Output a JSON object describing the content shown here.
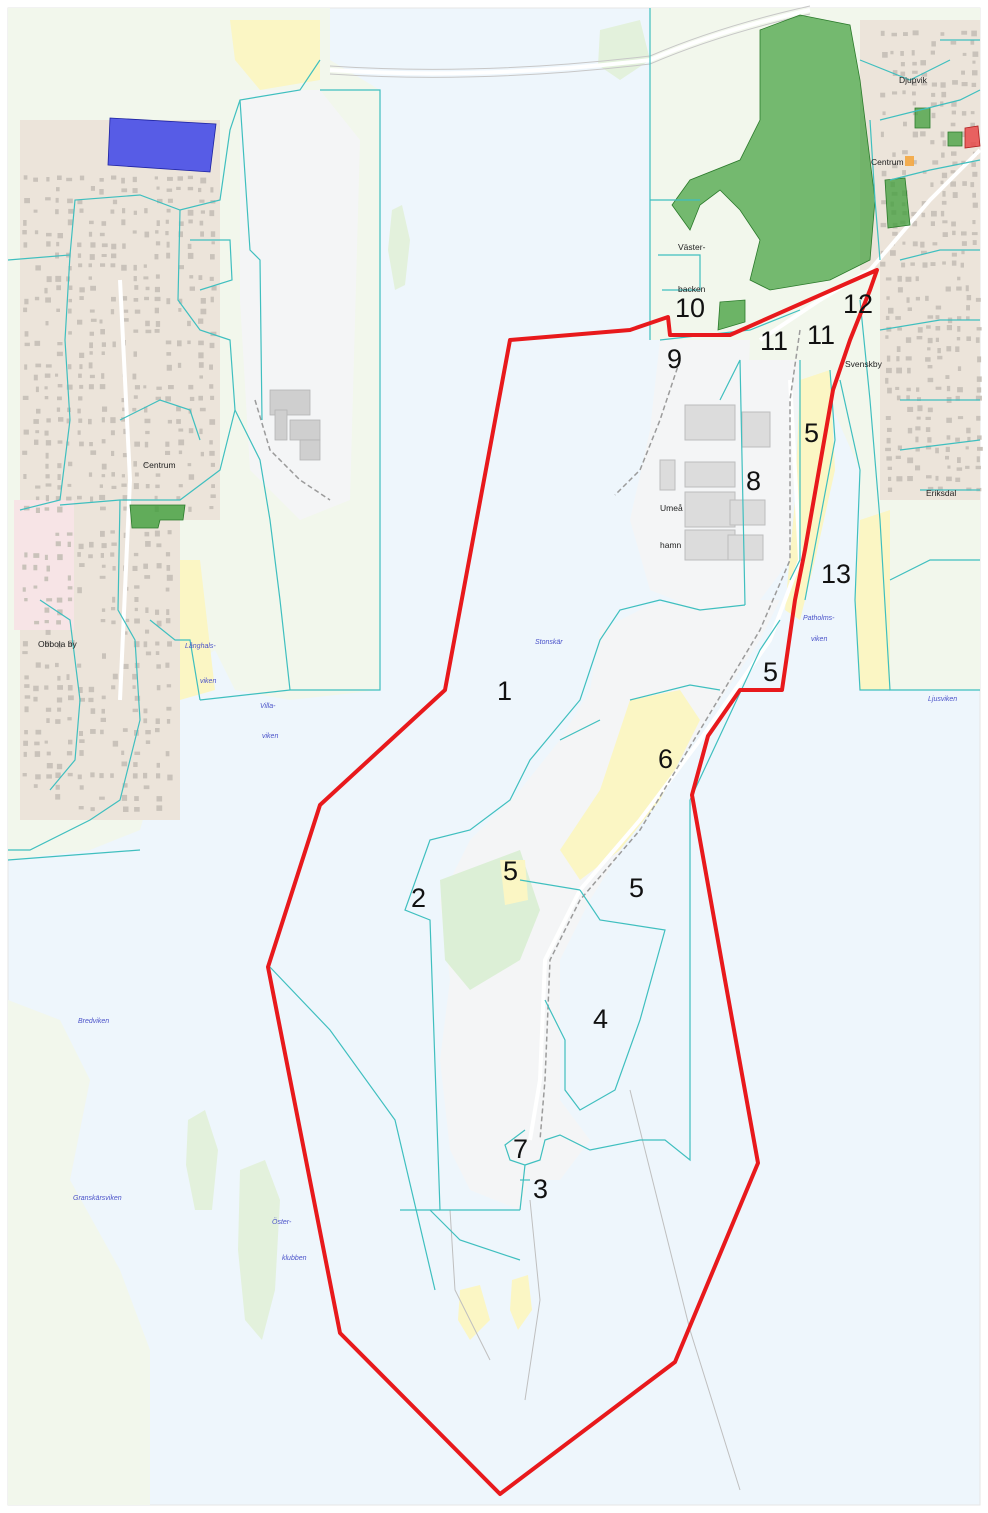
{
  "map": {
    "colors": {
      "water": "#eef6fc",
      "land": "#f2f7ec",
      "beach": "#fbf6c4",
      "forest": "#dcefd6",
      "industrial": "#f4f5f6",
      "parcel_line": "#3fbfbf",
      "plan_boundary": "#e8191c",
      "green_area": "#3f9e3a",
      "blue_area": "#3d44e8",
      "red_area": "#e84a4a",
      "orange_area": "#f4a640",
      "building": "#c9c2ba",
      "road": "#ffffff",
      "rail": "#9b9b9b"
    },
    "zone_numbers": [
      {
        "id": "1",
        "text": "1"
      },
      {
        "id": "2",
        "text": "2"
      },
      {
        "id": "3",
        "text": "3"
      },
      {
        "id": "4",
        "text": "4"
      },
      {
        "id": "5a",
        "text": "5"
      },
      {
        "id": "5b",
        "text": "5"
      },
      {
        "id": "5c",
        "text": "5"
      },
      {
        "id": "5d",
        "text": "5"
      },
      {
        "id": "6",
        "text": "6"
      },
      {
        "id": "7",
        "text": "7"
      },
      {
        "id": "8",
        "text": "8"
      },
      {
        "id": "9",
        "text": "9"
      },
      {
        "id": "10",
        "text": "10"
      },
      {
        "id": "11a",
        "text": "11"
      },
      {
        "id": "11b",
        "text": "11"
      },
      {
        "id": "12",
        "text": "12"
      },
      {
        "id": "13",
        "text": "13"
      }
    ],
    "place_labels": [
      {
        "id": "djupvik",
        "text": "Djupvik"
      },
      {
        "id": "centrum-east",
        "text": "Centrum"
      },
      {
        "id": "vasterbacken-1",
        "text": "Väster-"
      },
      {
        "id": "vasterbacken-2",
        "text": "backen"
      },
      {
        "id": "svenskby",
        "text": "Svenskby"
      },
      {
        "id": "eriksdal",
        "text": "Eriksdal"
      },
      {
        "id": "umea-hamn-1",
        "text": "Umeå"
      },
      {
        "id": "umea-hamn-2",
        "text": "hamn"
      },
      {
        "id": "centrum-west",
        "text": "Centrum"
      },
      {
        "id": "obbola-by",
        "text": "Obbola by"
      }
    ],
    "water_labels": [
      {
        "id": "stonskar",
        "text": "Stonskär"
      },
      {
        "id": "langhals-1",
        "text": "Långhals-"
      },
      {
        "id": "langhals-2",
        "text": "viken"
      },
      {
        "id": "villaviken-1",
        "text": "Villa-"
      },
      {
        "id": "villaviken-2",
        "text": "viken"
      },
      {
        "id": "patholmsviken-1",
        "text": "Patholms-"
      },
      {
        "id": "patholmsviken-2",
        "text": "viken"
      },
      {
        "id": "ljusviken",
        "text": "Ljusviken"
      },
      {
        "id": "bredviken",
        "text": "Bredviken"
      },
      {
        "id": "granskarsviken",
        "text": "Granskärsviken"
      },
      {
        "id": "osterklubben-1",
        "text": "Öster-"
      },
      {
        "id": "osterklubben-2",
        "text": "klubben"
      }
    ]
  }
}
